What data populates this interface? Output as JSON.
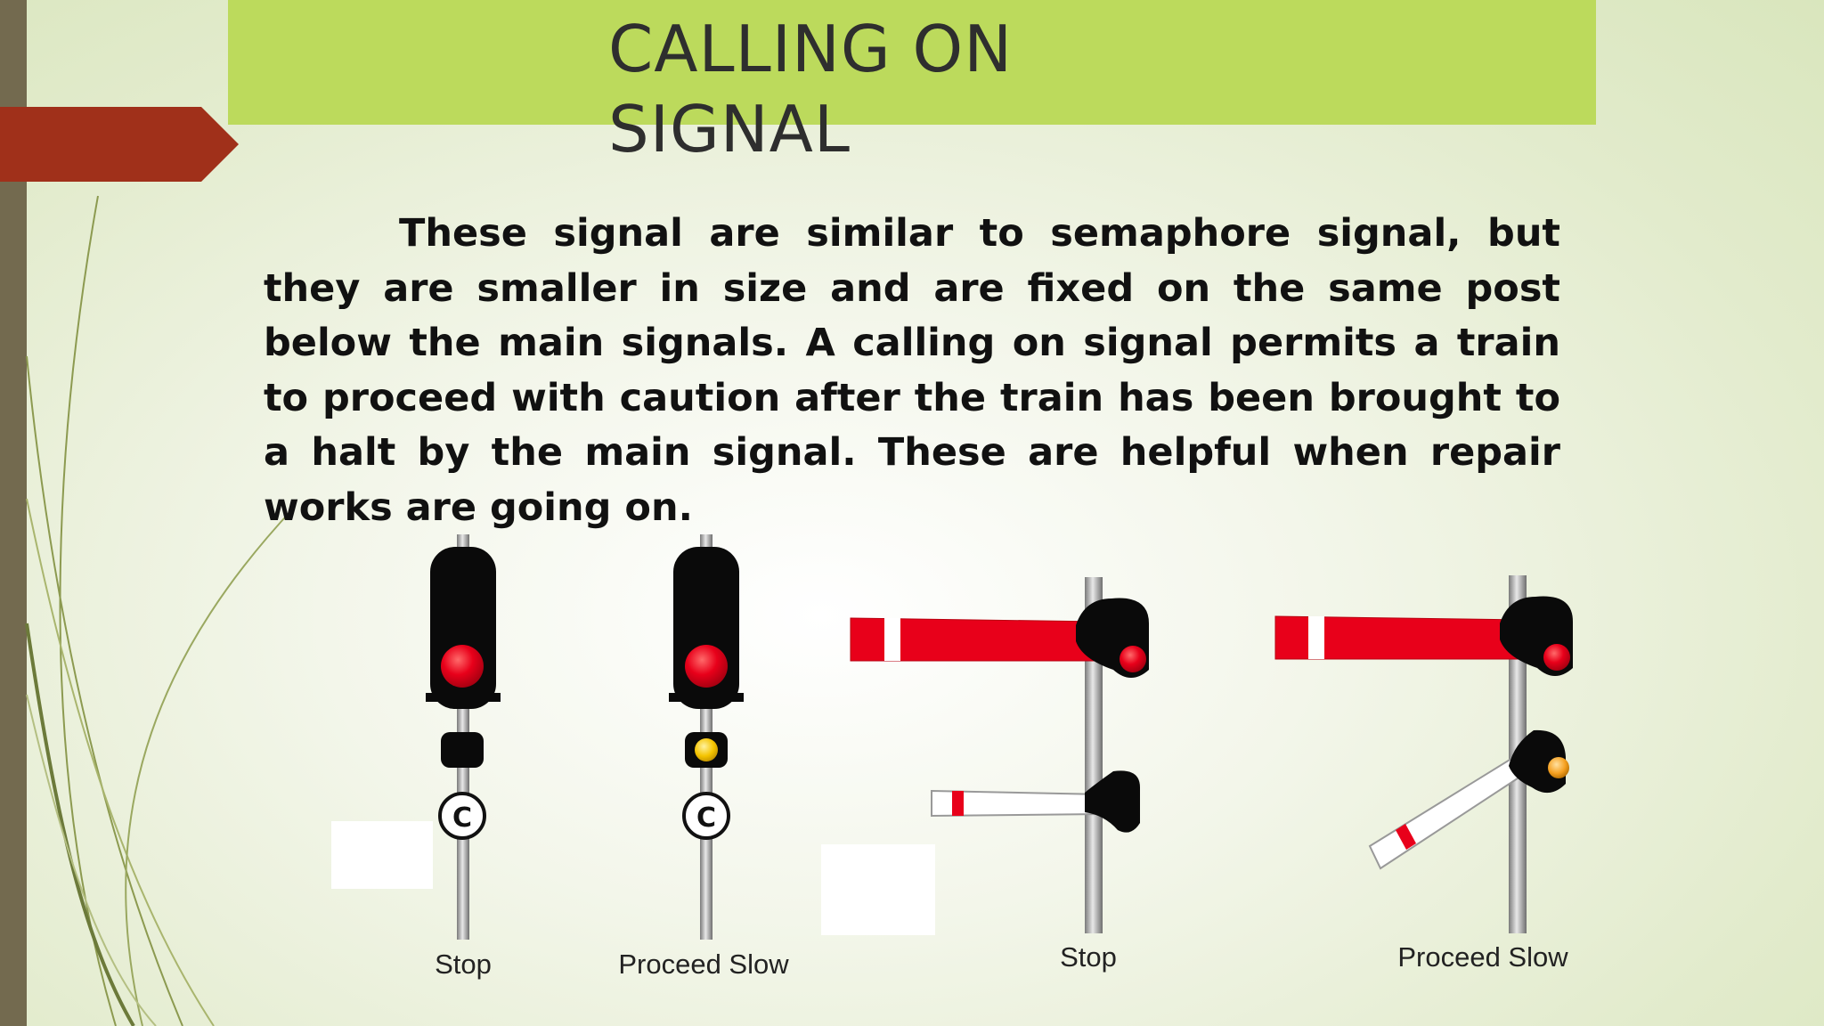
{
  "slide": {
    "title": "CALLING ON SIGNAL",
    "body": "These signal are similar to semaphore signal, but  they are smaller in size and are fixed on the same post  below the main signals. A calling on signal permits a train  to proceed with caution after the train has been brought to  a halt by the main signal. These are helpful when repair  works are going on."
  },
  "signals": [
    {
      "label": "Stop",
      "type": "color-light",
      "calling_on_aspect": "off"
    },
    {
      "label": "Proceed Slow",
      "type": "color-light",
      "calling_on_aspect": "yellow"
    },
    {
      "label": "Stop",
      "type": "semaphore",
      "calling_on_arm": "horizontal"
    },
    {
      "label": "Proceed Slow",
      "type": "semaphore",
      "calling_on_arm": "inclined"
    }
  ],
  "calling_on_glyph": "C",
  "colors": {
    "title_band": "#bcda5c",
    "left_bar": "#736a4f",
    "arrow_tab": "#a0301a",
    "signal_red": "#e8001a",
    "signal_yellow": "#f5c400"
  }
}
